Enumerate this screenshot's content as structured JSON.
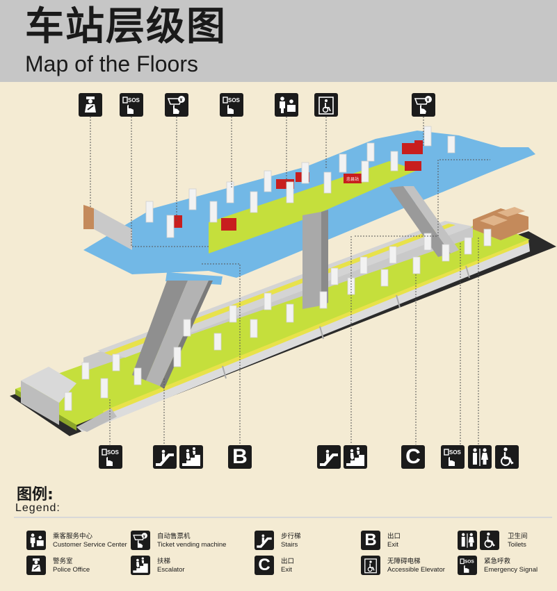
{
  "header": {
    "title_cn": "车站层级图",
    "title_en": "Map of the Floors"
  },
  "map_labels": {
    "info_sign": "忠县站"
  },
  "map_letters": {
    "exit_b": "B",
    "exit_c": "C"
  },
  "legend": {
    "title_cn": "图例:",
    "title_en": "Legend:",
    "items": [
      {
        "icon": "customer-service-icon",
        "cn": "乘客服务中心",
        "en": "Customer Service Center"
      },
      {
        "icon": "police-icon",
        "cn": "警务室",
        "en": "Police Office"
      },
      {
        "icon": "ticket-machine-icon",
        "cn": "自动售票机",
        "en": "Ticket vending machine"
      },
      {
        "icon": "escalator-icon",
        "cn": "扶梯",
        "en": "Escalator"
      },
      {
        "icon": "stairs-icon",
        "cn": "步行梯",
        "en": "Stairs"
      },
      {
        "icon": "exit-icon",
        "letter": "C",
        "cn": "出口",
        "en": "Exit"
      },
      {
        "icon": "exit-icon",
        "letter": "B",
        "cn": "出口",
        "en": "Exit"
      },
      {
        "icon": "accessible-elevator-icon",
        "cn": "无障碍电梯",
        "en": "Accessible Elevator"
      },
      {
        "icon": "toilet-icon",
        "cn": "卫生间",
        "en": "Toilets"
      },
      {
        "icon": "sos-icon",
        "cn": "紧急呼救",
        "en": "Emergency Signal"
      }
    ]
  },
  "colors": {
    "header_bg": "#c6c6c6",
    "page_bg": "#f4ebd3",
    "concourse_floor": "#72b8e6",
    "platform_floor": "#c5df3c",
    "train_stripe": "#e8e24a",
    "gate_red": "#c81e1e",
    "icon_bg": "#1b1b1b"
  }
}
